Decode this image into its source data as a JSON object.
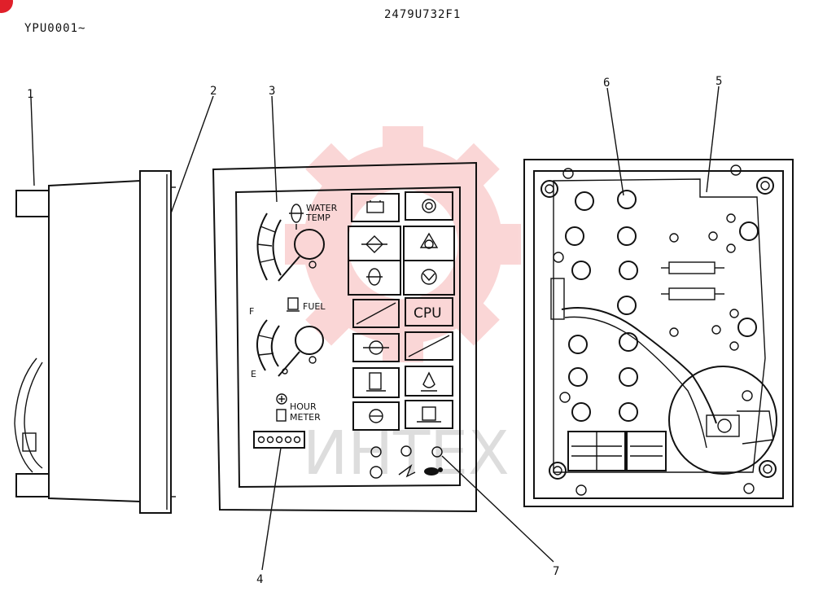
{
  "header": {
    "code_left": "YPU0001~",
    "code_center": "2479U732F1"
  },
  "callouts": [
    "1",
    "2",
    "3",
    "4",
    "5",
    "6",
    "7"
  ],
  "panel_labels": {
    "water_temp_line1": "WATER",
    "water_temp_line2": "TEMP",
    "fuel": "FUEL",
    "fuel_full": "F",
    "fuel_empty": "E",
    "hour_line1": "HOUR",
    "hour_line2": "METER",
    "cpu": "CPU"
  },
  "watermark": {
    "text": "ИНТЕХ"
  },
  "colors": {
    "line": "#111111",
    "watermark_red": "#f4a6a6",
    "brand_dot": "#e0202a"
  },
  "icons": [
    "battery-icon",
    "glow-plug-icon",
    "oil-pressure-icon",
    "coolant-icon",
    "charge-icon",
    "air-filter-icon",
    "water-separator-icon",
    "fuel-level-icon",
    "fuel-filter-icon",
    "hydraulic-icon",
    "engine-icon",
    "hare-icon",
    "turtle-icon"
  ]
}
